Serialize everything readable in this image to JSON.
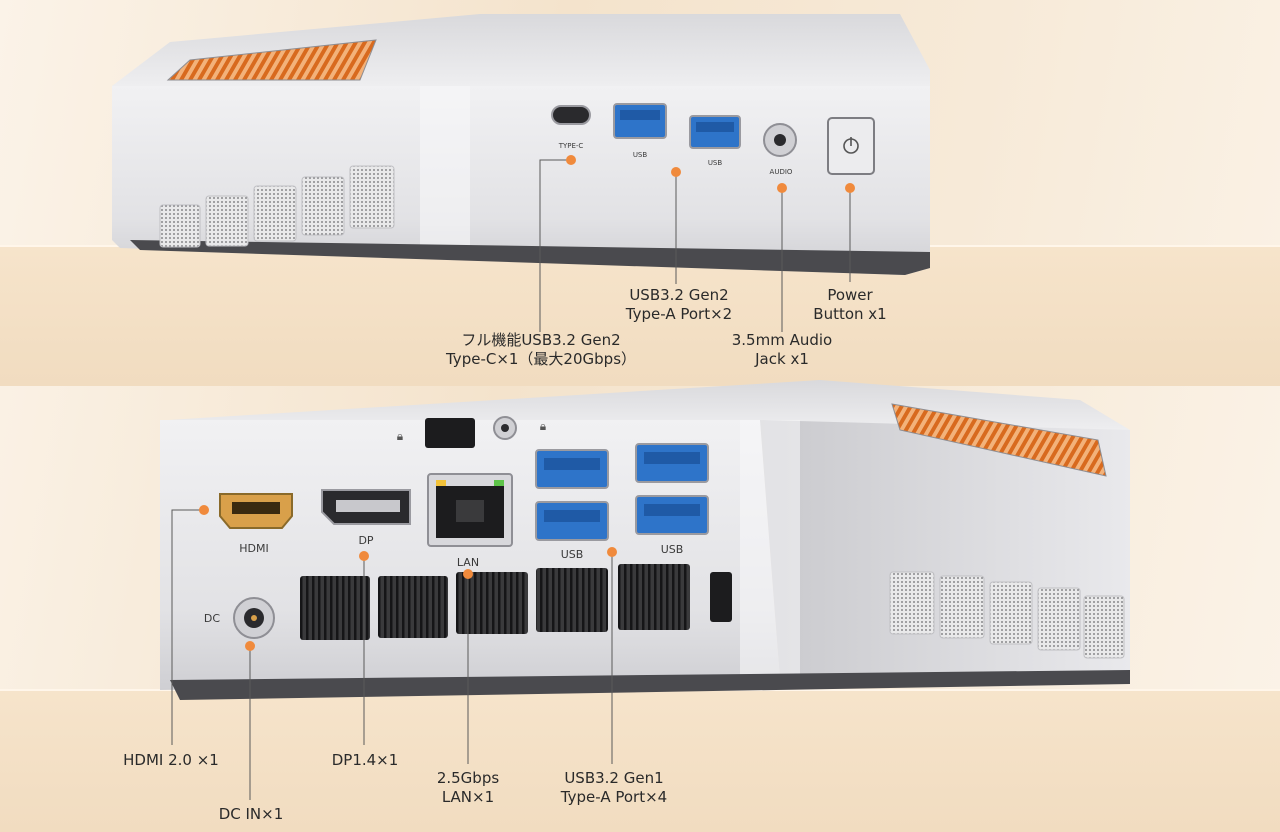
{
  "front_port_labels": {
    "type_c": "TYPE-C",
    "usb_1": "USB",
    "usb_2": "USB",
    "audio": "AUDIO"
  },
  "rear_port_labels": {
    "hdmi": "HDMI",
    "dp": "DP",
    "lan": "LAN",
    "usb_1": "USB",
    "usb_2": "USB",
    "dc": "DC"
  },
  "callouts": {
    "type_c": "フル機能USB3.2 Gen2\nType-C×1（最大20Gbps）",
    "usb_front": "USB3.2 Gen2\nType-A Port×2",
    "audio": "3.5mm Audio\nJack x1",
    "power": "Power\nButton x1",
    "hdmi": "HDMI 2.0 ×1",
    "dc": "DC IN×1",
    "dp": "DP1.4×1",
    "lan": "2.5Gbps\nLAN×1",
    "usb_rear": "USB3.2 Gen1\nType-A Port×4"
  },
  "colors": {
    "accent": "#f08a3c",
    "background": "#f4e3cc",
    "chassis": "#e4e4e6",
    "usb_blue": "#2e74c9"
  }
}
